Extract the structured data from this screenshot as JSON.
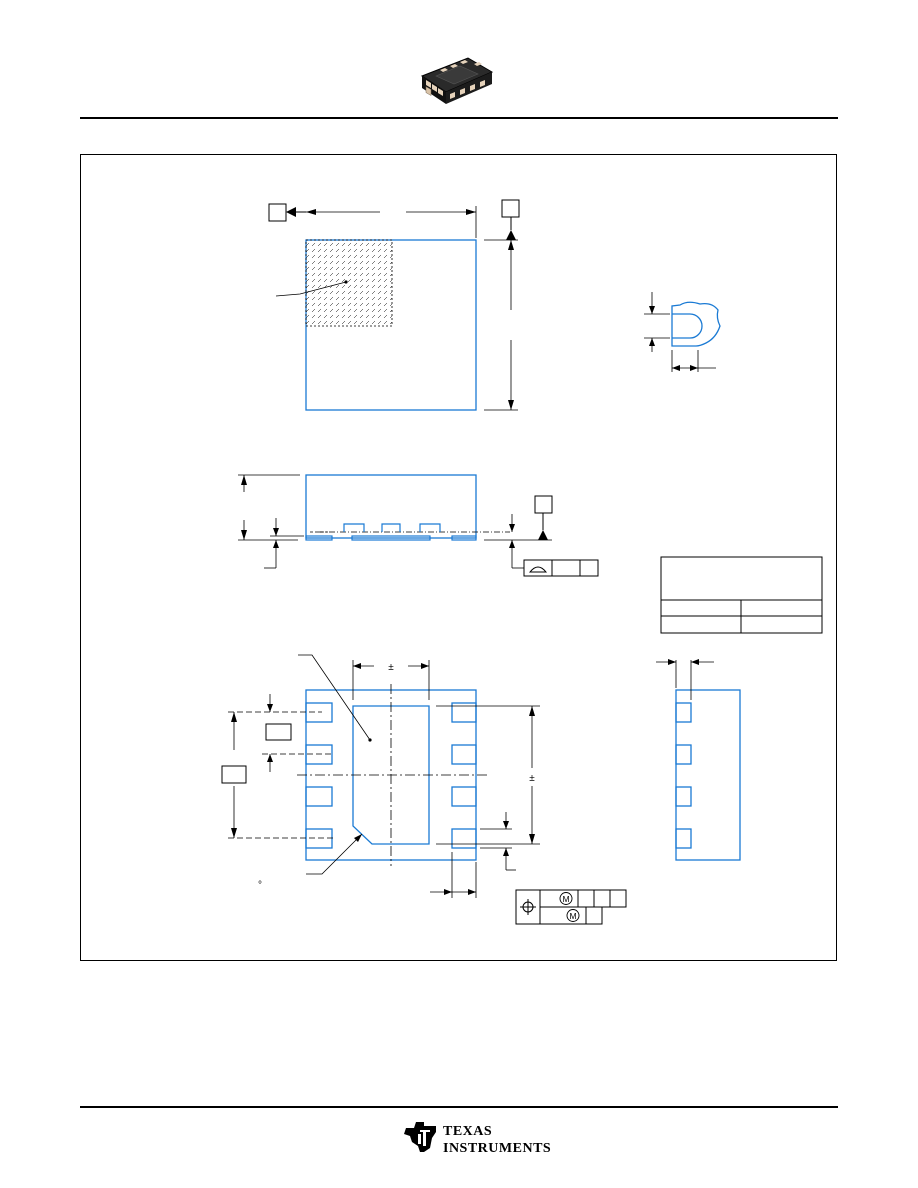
{
  "brand": {
    "company_line1": "Texas",
    "company_line2": "Instruments"
  },
  "drawing": {
    "symbols": {
      "plus_minus": "±",
      "modifier": "M",
      "degree": "°"
    }
  },
  "colors": {
    "outline": "#1a7ad4",
    "ink": "#000000",
    "background": "#ffffff"
  },
  "icons": [
    "package-3d-icon",
    "ti-logo-icon",
    "position-tolerance-icon",
    "flatness-profile-icon"
  ]
}
